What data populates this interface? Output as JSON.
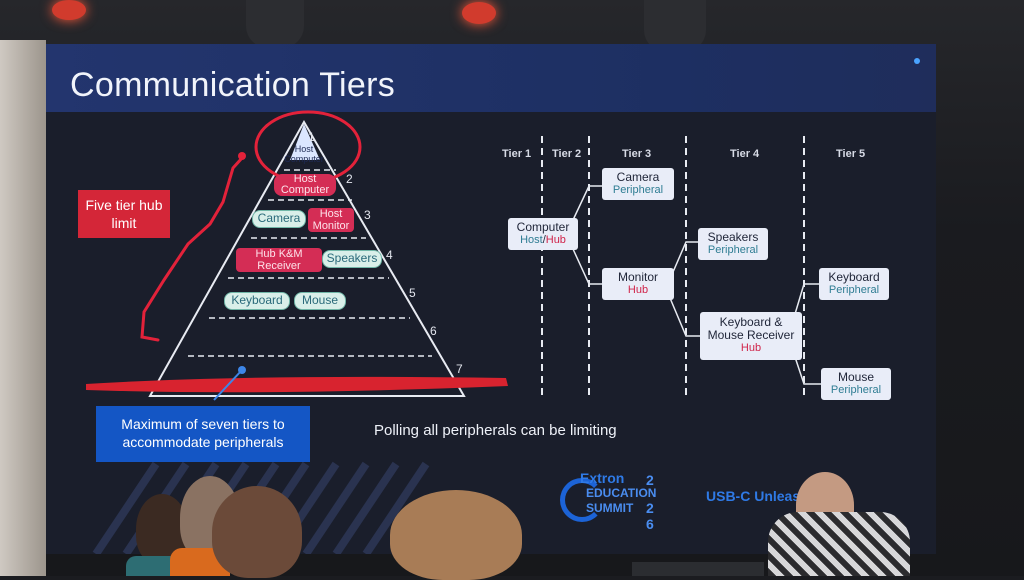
{
  "slide": {
    "title": "Communication Tiers",
    "pyramid": {
      "host_top": "Host Computer",
      "host_2": "Host Computer",
      "camera": "Camera",
      "host_monitor": "Host Monitor",
      "hub_km": "Hub K&M Receiver",
      "speakers": "Speakers",
      "keyboard": "Keyboard",
      "mouse": "Mouse",
      "numbers": [
        "1",
        "2",
        "3",
        "4",
        "5",
        "6",
        "7"
      ]
    },
    "callout_red": "Five tier hub limit",
    "callout_blue": "Maximum of seven tiers to accommodate peripherals",
    "tiers": [
      "Tier 1",
      "Tier 2",
      "Tier 3",
      "Tier 4",
      "Tier 5"
    ],
    "nodes": {
      "computer": {
        "name": "Computer",
        "role_a": "Host",
        "role_sep": "/",
        "role_b": "Hub"
      },
      "camera": {
        "name": "Camera",
        "role": "Peripheral"
      },
      "monitor": {
        "name": "Monitor",
        "role": "Hub"
      },
      "speakers": {
        "name": "Speakers",
        "role": "Peripheral"
      },
      "kmr": {
        "name": "Keyboard & Mouse Receiver",
        "role": "Hub"
      },
      "keyboard": {
        "name": "Keyboard",
        "role": "Peripheral"
      },
      "mouse": {
        "name": "Mouse",
        "role": "Peripheral"
      }
    },
    "polling": "Polling all peripherals can be limiting",
    "logo": {
      "brand": "Extron",
      "line1": "EDUCATION",
      "line2": "SUMMIT",
      "year_top": "2",
      "year_mid": "2",
      "year_bot": "6"
    },
    "banner": "USB-C Unleas"
  },
  "colors": {
    "accent_red": "#d42638",
    "accent_blue": "#1456c5",
    "slide_bg": "#1a1e2b"
  }
}
